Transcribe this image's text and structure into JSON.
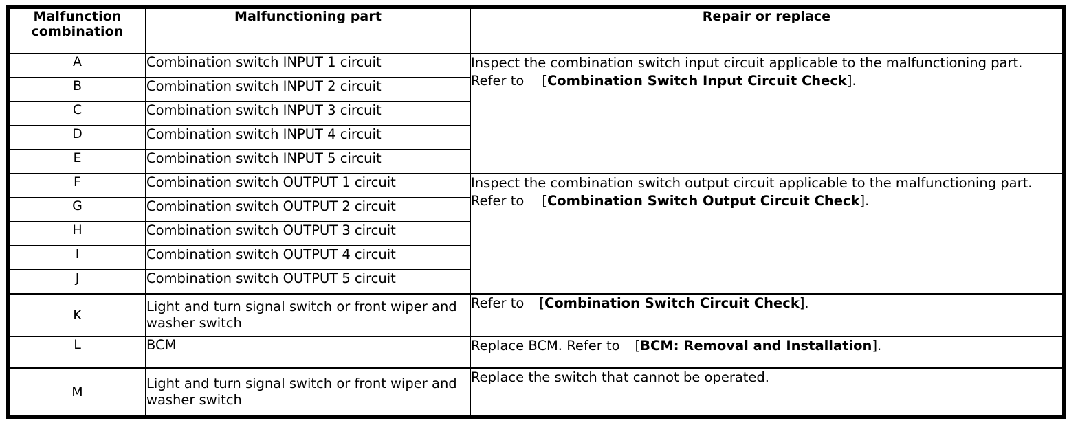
{
  "table": {
    "headers": {
      "combination_line1": "Malfunction",
      "combination_line2": "combination",
      "part": "Malfunctioning part",
      "repair": "Repair or replace"
    },
    "rows": [
      {
        "code": "A",
        "part": "Combination switch INPUT 1 circuit"
      },
      {
        "code": "B",
        "part": "Combination switch INPUT 2 circuit"
      },
      {
        "code": "C",
        "part": "Combination switch INPUT 3 circuit"
      },
      {
        "code": "D",
        "part": "Combination switch INPUT 4 circuit"
      },
      {
        "code": "E",
        "part": "Combination switch INPUT 5 circuit"
      },
      {
        "code": "F",
        "part": "Combination switch OUTPUT 1 circuit"
      },
      {
        "code": "G",
        "part": "Combination switch OUTPUT 2 circuit"
      },
      {
        "code": "H",
        "part": "Combination switch OUTPUT 3 circuit"
      },
      {
        "code": "I",
        "part": "Combination switch OUTPUT 4 circuit"
      },
      {
        "code": "J",
        "part": "Combination switch OUTPUT 5 circuit"
      },
      {
        "code": "K",
        "part": "Light and turn signal switch or front wiper and washer switch"
      },
      {
        "code": "L",
        "part": "BCM"
      },
      {
        "code": "M",
        "part": "Light and turn signal switch or front wiper and washer switch"
      }
    ],
    "repair_cells": {
      "input_group": {
        "text_1": "Inspect the combination switch input circuit applicable to the malfunctioning part. Refer to",
        "link_open": "[",
        "link_text": "Combination Switch Input Circuit Check",
        "link_close": "]."
      },
      "output_group": {
        "text_1": "Inspect the combination switch output circuit applicable to the malfunctioning part. Refer to",
        "link_open": "[",
        "link_text": "Combination Switch Output Circuit Check",
        "link_close": "]."
      },
      "row_k": {
        "text_1": "Refer to",
        "link_open": "[",
        "link_text": "Combination Switch Circuit Check",
        "link_close": "]."
      },
      "row_l": {
        "text_1": "Replace BCM. Refer to",
        "link_open": "[",
        "link_text": "BCM: Removal and Installation",
        "link_close": "]."
      },
      "row_m": {
        "text_1": "Replace the switch that cannot be operated.",
        "link_open": "",
        "link_text": "",
        "link_close": ""
      }
    }
  },
  "colors": {
    "background": "#ffffff",
    "border": "#000000",
    "text": "#000000"
  }
}
